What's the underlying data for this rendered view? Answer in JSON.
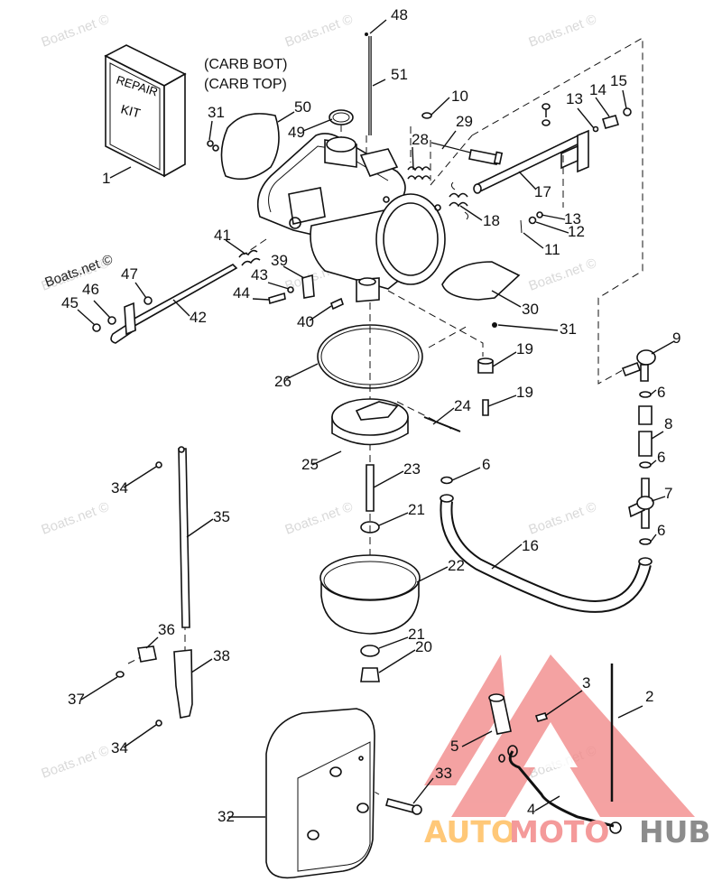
{
  "diagram": {
    "type": "exploded-parts-diagram",
    "subject": "Carburetor assembly",
    "notes": [
      "(CARB BOT)",
      "(CARB TOP)"
    ],
    "repair_kit_label": [
      "REPAIR",
      "KIT"
    ],
    "watermark": "Boats.net ©",
    "callouts": [
      "1",
      "2",
      "3",
      "4",
      "5",
      "6",
      "6",
      "6",
      "6",
      "7",
      "8",
      "9",
      "10",
      "11",
      "12",
      "13",
      "13",
      "14",
      "15",
      "16",
      "17",
      "18",
      "19",
      "19",
      "20",
      "21",
      "21",
      "22",
      "23",
      "24",
      "25",
      "26",
      "28",
      "29",
      "30",
      "31",
      "31",
      "32",
      "33",
      "34",
      "34",
      "35",
      "36",
      "37",
      "38",
      "39",
      "40",
      "41",
      "42",
      "43",
      "44",
      "45",
      "46",
      "47",
      "48",
      "49",
      "50",
      "51"
    ]
  },
  "logo": {
    "parts": [
      "AUTO",
      "MOTO",
      "HUB"
    ],
    "colors": {
      "auto": "#ffc878",
      "moto": "#f49a9a",
      "hub": "#8c8c8c",
      "triangle": "#f28b8b"
    }
  }
}
